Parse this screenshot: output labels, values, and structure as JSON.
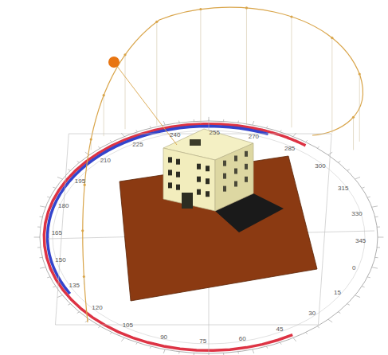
{
  "diagram": {
    "labels": [
      "195",
      "180",
      "165",
      "150",
      "135",
      "120",
      "105",
      "90",
      "75",
      "60",
      "45",
      "30",
      "15",
      "0",
      "345",
      "330",
      "315",
      "300",
      "285",
      "270",
      "255",
      "240",
      "225",
      "210"
    ]
  }
}
